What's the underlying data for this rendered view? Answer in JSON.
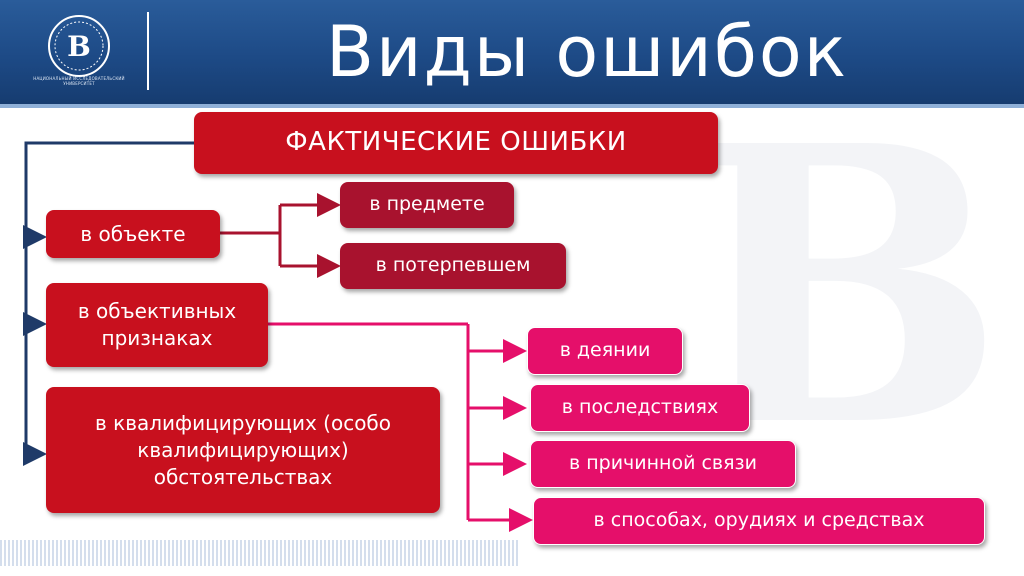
{
  "header": {
    "title": "Виды ошибок",
    "colors": {
      "header_blue": "#1d4a86",
      "main_red": "#c8101e",
      "dark_red": "#a8122e",
      "pink": "#e50f6a",
      "line": "#1f3a68"
    }
  },
  "logo": {
    "icon": "hse-logo-icon"
  },
  "diagram": {
    "root": "ФАКТИЧЕСКИЕ ОШИБКИ",
    "groups": [
      {
        "label": "в объекте",
        "children": [
          "в предмете",
          "в потерпевшем"
        ]
      },
      {
        "label": "в объективных признаках",
        "children": [
          "в деянии",
          "в последствиях",
          "в причинной связи",
          "в способах, орудиях и средствах"
        ]
      },
      {
        "label": "в квалифицирующих (особо квалифицирующих) обстоятельствах",
        "children": []
      }
    ]
  }
}
